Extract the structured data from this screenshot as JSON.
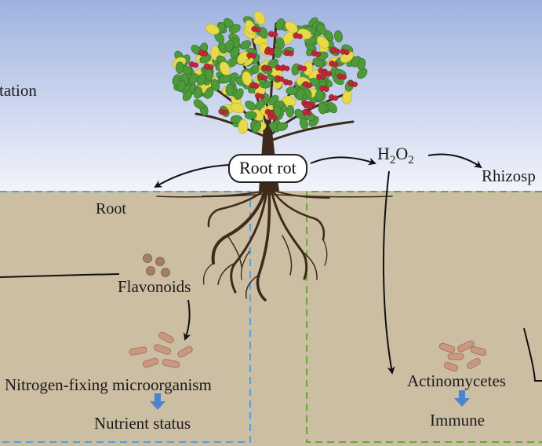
{
  "labels": {
    "top_left_partial": "tation",
    "root_rot": "Root rot",
    "h2o2_main": "H",
    "h2o2_sub1": "2",
    "h2o2_mid": "O",
    "h2o2_sub2": "2",
    "rhizosphere_partial": "Rhizosp",
    "root": "Root",
    "flavonoids": "Flavonoids",
    "nitrogen_fixing": "Nitrogen-fixing microorganism",
    "nutrient_status": "Nutrient status",
    "actinomycetes": "Actinomycetes",
    "immune": "Immune"
  },
  "colors": {
    "sky_top": "#9fb2e0",
    "sky_bottom": "#f2f4fb",
    "soil": "#cbbea3",
    "blue_dashed": "#5a9fd4",
    "green_dashed": "#6aa63a",
    "arrow": "#111111",
    "down_arrow": "#4d84d0",
    "microbe": "#c9987f",
    "trunk": "#3d2a1a",
    "leaf": "#4e9a3a",
    "leaf_yellow": "#e8d94a",
    "fruit": "#c0283a"
  }
}
